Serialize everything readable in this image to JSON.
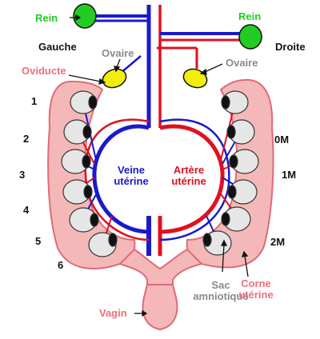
{
  "labels": {
    "rein_left": "Rein",
    "rein_right": "Rein",
    "gauche": "Gauche",
    "droite": "Droite",
    "ovaire_left": "Ovaire",
    "ovaire_right": "Ovaire",
    "oviducte": "Oviducte",
    "veine_line1": "Veine",
    "veine_line2": "utérine",
    "artere_line1": "Artère",
    "artere_line2": "utérine",
    "vagin": "Vagin",
    "sac_line1": "Sac",
    "sac_line2": "amniotique",
    "corne_line1": "Corne",
    "corne_line2": "utérine"
  },
  "left_numbers": [
    "1",
    "2",
    "3",
    "4",
    "5",
    "6"
  ],
  "right_labels": [
    "0M",
    "1M",
    "2M"
  ],
  "colors": {
    "vein": "#1a1acc",
    "artery": "#e01020",
    "kidney": "#22cc22",
    "ovary": "#f2ee0c",
    "uterus": "#f5b8b8",
    "uterus_outline": "#e06a78",
    "sac": "#e6e6e6"
  }
}
